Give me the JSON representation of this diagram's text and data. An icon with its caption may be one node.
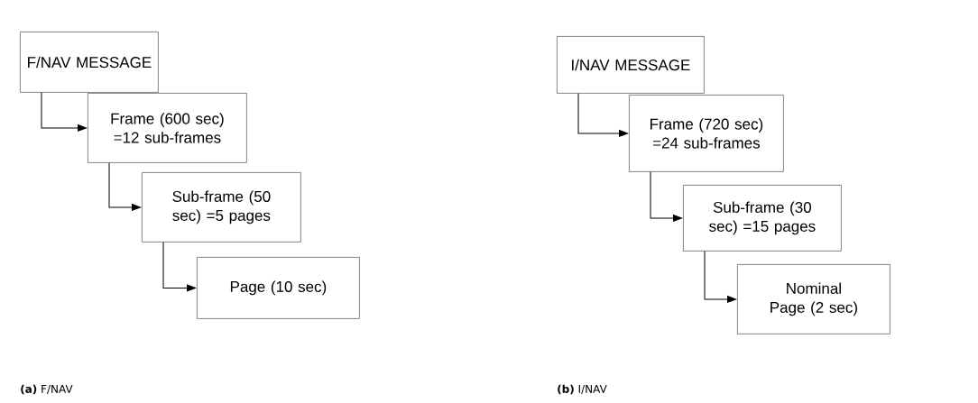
{
  "diagram": {
    "nodes": [
      {
        "text": [
          "F/NAV MESSAGE"
        ]
      },
      {
        "text": [
          "Frame (600 sec) =12 sub-frames"
        ]
      },
      {
        "text": [
          "Sub-frame (50 sec) =5 pages"
        ]
      },
      {
        "text": [
          "Page (10 sec)"
        ]
      },
      {
        "text": [
          "I/NAV MESSAGE"
        ]
      },
      {
        "text": [
          "Frame (720 sec) =24 sub-frames"
        ]
      },
      {
        "text": [
          "Sub-frame (30 sec) =15 pages"
        ]
      },
      {
        "text": [
          "Nominal Page (2 sec)"
        ]
      }
    ],
    "edges": [
      {
        "from": 0,
        "to": 1,
        "arrow": "to"
      },
      {
        "from": 1,
        "to": 2,
        "arrow": "to"
      },
      {
        "from": 2,
        "to": 3,
        "arrow": "to"
      },
      {
        "from": 4,
        "to": 5,
        "arrow": "to"
      },
      {
        "from": 5,
        "to": 6,
        "arrow": "to"
      },
      {
        "from": 6,
        "to": 7,
        "arrow": "to"
      }
    ],
    "labels": [
      "**(a)** F/NAV",
      "**(b)** I/NAV"
    ]
  }
}
